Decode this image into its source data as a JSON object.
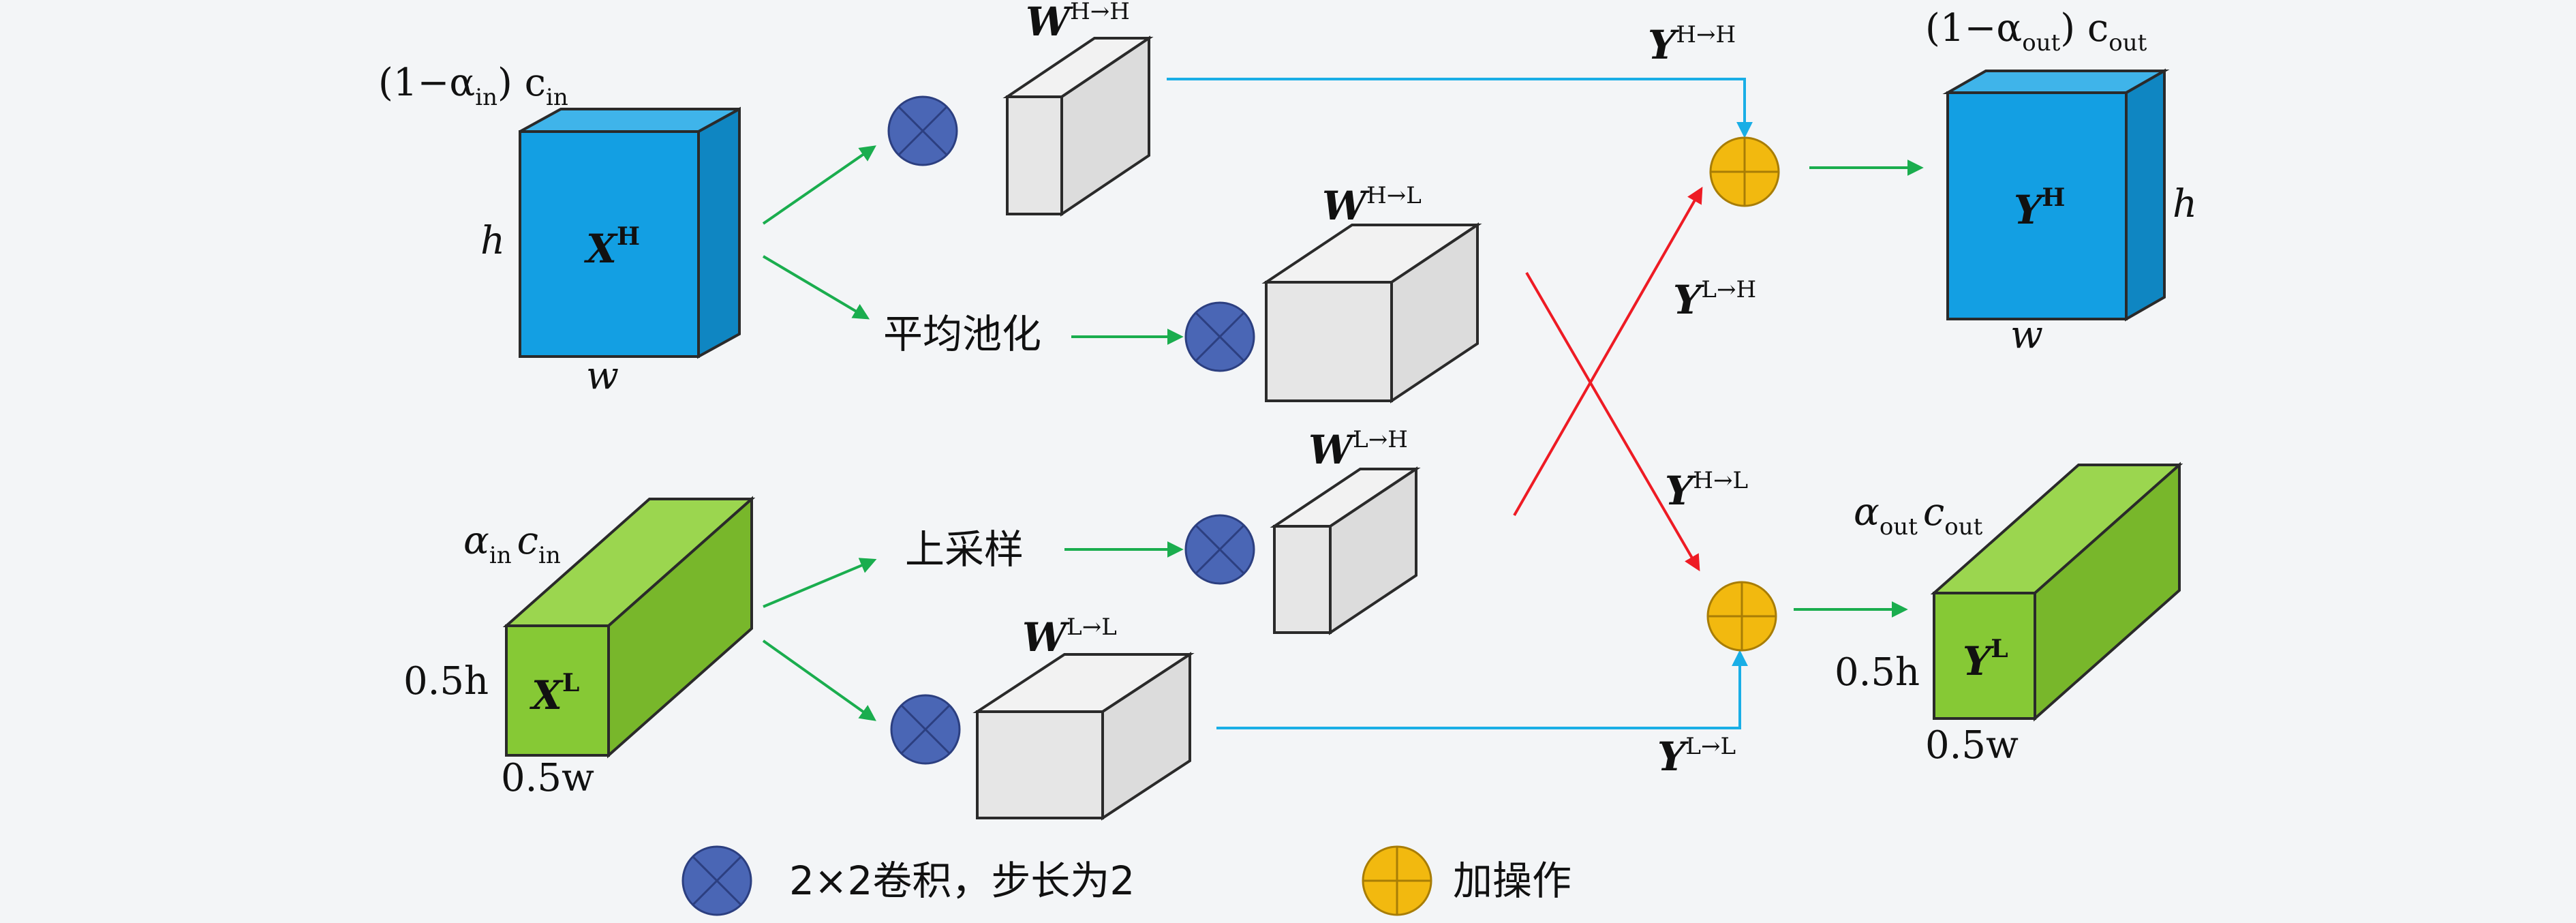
{
  "colors": {
    "background": "#f3f5f7",
    "blue_block": "#139fe3",
    "green_block": "#86c935",
    "gray_block": "#e6e6e6",
    "conv_circle": "#4a66b5",
    "add_circle": "#f2b90f",
    "green_arrow": "#1aad4e",
    "blue_arrow": "#19aee6",
    "red_arrow": "#ee1b24"
  },
  "inputs": {
    "high": {
      "label": "X",
      "sup": "H",
      "channels": "(1−α",
      "channels_sub": "in",
      "channels_tail": ") c",
      "channels_tail_sub": "in",
      "height": "h",
      "width": "w"
    },
    "low": {
      "label": "X",
      "sup": "L",
      "channels": "α",
      "channels_sub": "in",
      "channels_tail": "c",
      "channels_tail_sub": "in",
      "height": "0.5h",
      "width": "0.5w"
    }
  },
  "weights": {
    "hh": {
      "label": "W",
      "sup": "H→H"
    },
    "hl": {
      "label": "W",
      "sup": "H→L"
    },
    "lh": {
      "label": "W",
      "sup": "L→H"
    },
    "ll": {
      "label": "W",
      "sup": "L→L"
    }
  },
  "operations": {
    "avg_pool": "平均池化",
    "upsample": "上采样"
  },
  "intermediate": {
    "hh": {
      "label": "Y",
      "sup": "H→H"
    },
    "lh": {
      "label": "Y",
      "sup": "L→H"
    },
    "hl": {
      "label": "Y",
      "sup": "H→L"
    },
    "ll": {
      "label": "Y",
      "sup": "L→L"
    }
  },
  "outputs": {
    "high": {
      "label": "Y",
      "sup": "H",
      "channels": "(1−α",
      "channels_sub": "out",
      "channels_tail": ") c",
      "channels_tail_sub": "out",
      "height": "h",
      "width": "w"
    },
    "low": {
      "label": "Y",
      "sup": "L",
      "channels": "α",
      "channels_sub": "out",
      "channels_tail": "c",
      "channels_tail_sub": "out",
      "height": "0.5h",
      "width": "0.5w"
    }
  },
  "legend": {
    "conv": "2×2卷积，步长为2",
    "add": "加操作"
  }
}
